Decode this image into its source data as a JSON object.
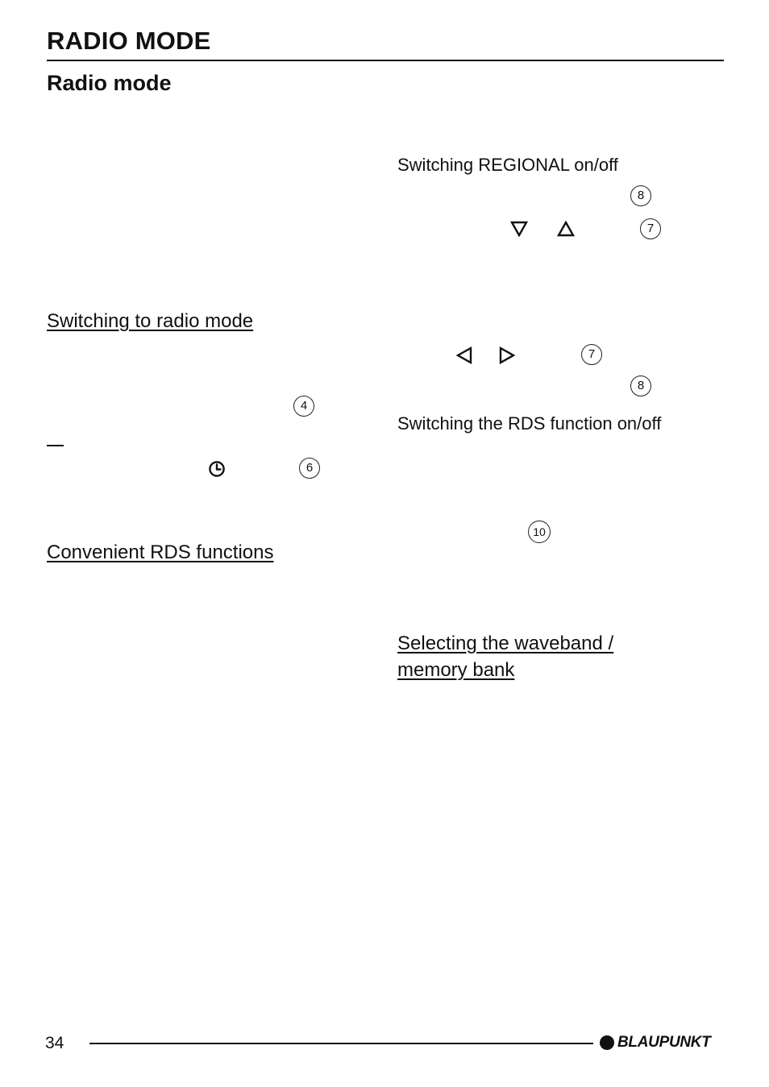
{
  "header": {
    "title": "RADIO MODE",
    "subtitle": "Radio mode"
  },
  "left_column": {
    "switching_radio_heading": "Switching to radio mode",
    "rds_functions_heading": "Convenient RDS functions",
    "ref_4": "4",
    "ref_6": "6",
    "clock_icon": "clock-icon"
  },
  "right_column": {
    "regional_heading": "Switching REGIONAL on/off",
    "ref_8_a": "8",
    "ref_7_a": "7",
    "down_icon": "triangle-down-icon",
    "up_icon": "triangle-up-icon",
    "left_icon": "triangle-left-icon",
    "right_icon": "triangle-right-icon",
    "ref_7_b": "7",
    "ref_8_b": "8",
    "rds_onoff_heading": "Switching the RDS function on/off",
    "ref_10": "10",
    "waveband_heading_line1": "Selecting the waveband /",
    "waveband_heading_line2": "memory bank"
  },
  "footer": {
    "page_number": "34",
    "brand": "BLAUPUNKT"
  }
}
